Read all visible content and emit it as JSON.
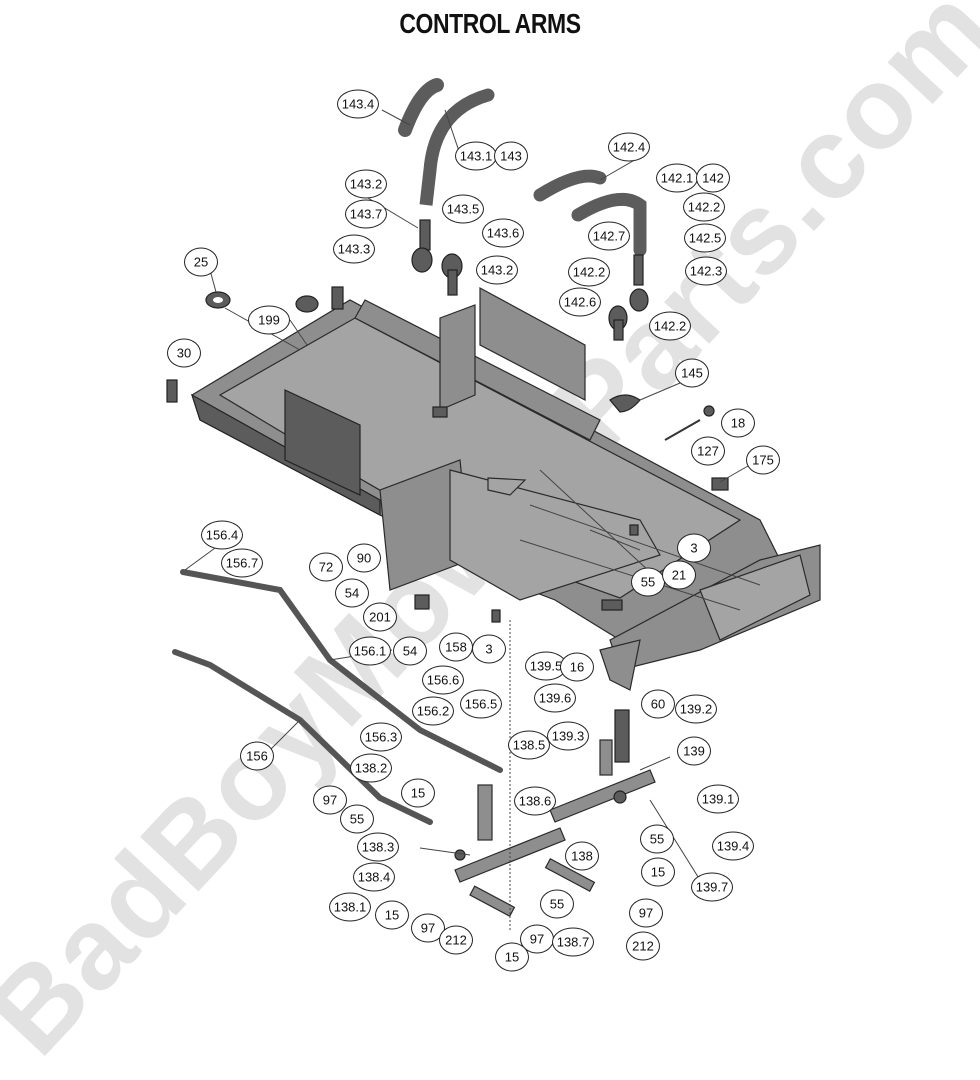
{
  "title": "CONTROL ARMS",
  "watermark": "BadBoyMowerParts.com",
  "callouts": [
    "143.4",
    "143.1",
    "143",
    "143.2",
    "143.7",
    "143.5",
    "143.6",
    "143.3",
    "143.2",
    "142.4",
    "142.1",
    "142",
    "142.2",
    "142.7",
    "142.5",
    "142.2",
    "142.3",
    "142.6",
    "142.2",
    "25",
    "199",
    "30",
    "145",
    "18",
    "127",
    "175",
    "156.4",
    "156.7",
    "90",
    "72",
    "54",
    "201",
    "54",
    "158",
    "3",
    "3",
    "55",
    "21",
    "156.1",
    "156.6",
    "156.5",
    "156.2",
    "156.3",
    "156",
    "139.5",
    "16",
    "139.6",
    "60",
    "139.2",
    "139.3",
    "139",
    "138.5",
    "138.2",
    "15",
    "138.6",
    "139.1",
    "97",
    "55",
    "55",
    "139.4",
    "138.3",
    "138",
    "138.4",
    "15",
    "139.7",
    "138.1",
    "15",
    "97",
    "55",
    "97",
    "97",
    "212",
    "138.7",
    "212",
    "15"
  ]
}
